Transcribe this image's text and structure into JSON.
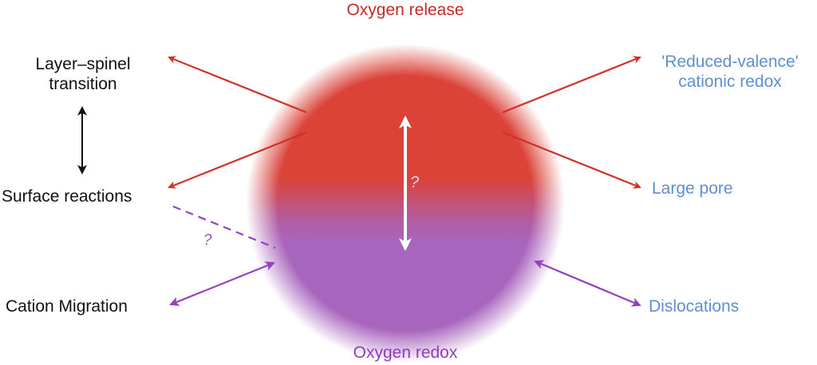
{
  "diagram": {
    "sphere": {
      "top_color": "#db4238",
      "bottom_color": "#a865bd",
      "top_label": "Oxygen release",
      "bottom_label": "Oxygen redox",
      "center_question": "?"
    },
    "left_labels": {
      "layer_spinel_line1": "Layer–spinel",
      "layer_spinel_line2": "transition",
      "surface_reactions": "Surface reactions",
      "cation_migration": "Cation Migration",
      "dashed_question": "?"
    },
    "right_labels": {
      "reduced_valence_line1": "'Reduced-valence'",
      "reduced_valence_line2": "cationic redox",
      "large_pore": "Large pore",
      "dislocations": "Dislocations"
    },
    "colors": {
      "red_arrow": "#d1302a",
      "purple_arrow": "#9341c0",
      "black_arrow": "#111111",
      "blue_text": "#5f8fd0",
      "red_text": "#c62a26",
      "purple_text": "#8e3fb8"
    }
  }
}
